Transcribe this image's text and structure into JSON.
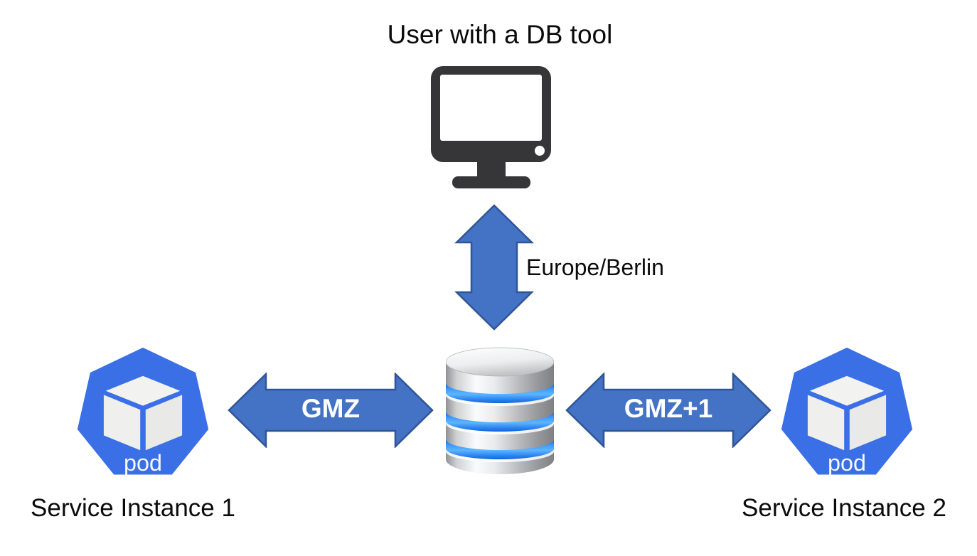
{
  "diagram": {
    "title": "User with a DB tool",
    "user_node": {
      "icon": "monitor"
    },
    "database_node": {
      "icon": "database-cylinder"
    },
    "pods": {
      "left": {
        "badge": "pod",
        "caption": "Service Instance 1"
      },
      "right": {
        "badge": "pod",
        "caption": "Service Instance 2"
      }
    },
    "connections": {
      "user_db": {
        "label": "Europe/Berlin",
        "direction": "vertical",
        "style": "double-arrow"
      },
      "pod1_db": {
        "label": "GMZ",
        "direction": "horizontal",
        "style": "double-arrow"
      },
      "db_pod2": {
        "label": "GMZ+1",
        "direction": "horizontal",
        "style": "double-arrow"
      }
    },
    "colors": {
      "background": "#FFFFFF",
      "arrow_fill": "#4472C4",
      "arrow_border": "#2F5597",
      "arrow_label": "#FFFFFF",
      "pod_fill": "#3B6FE5",
      "pod_label": "#FFFFFF",
      "monitor_dark": "#363638",
      "db_stripe_blue": "#3F9BFF",
      "text": "#0B0B0B"
    }
  }
}
